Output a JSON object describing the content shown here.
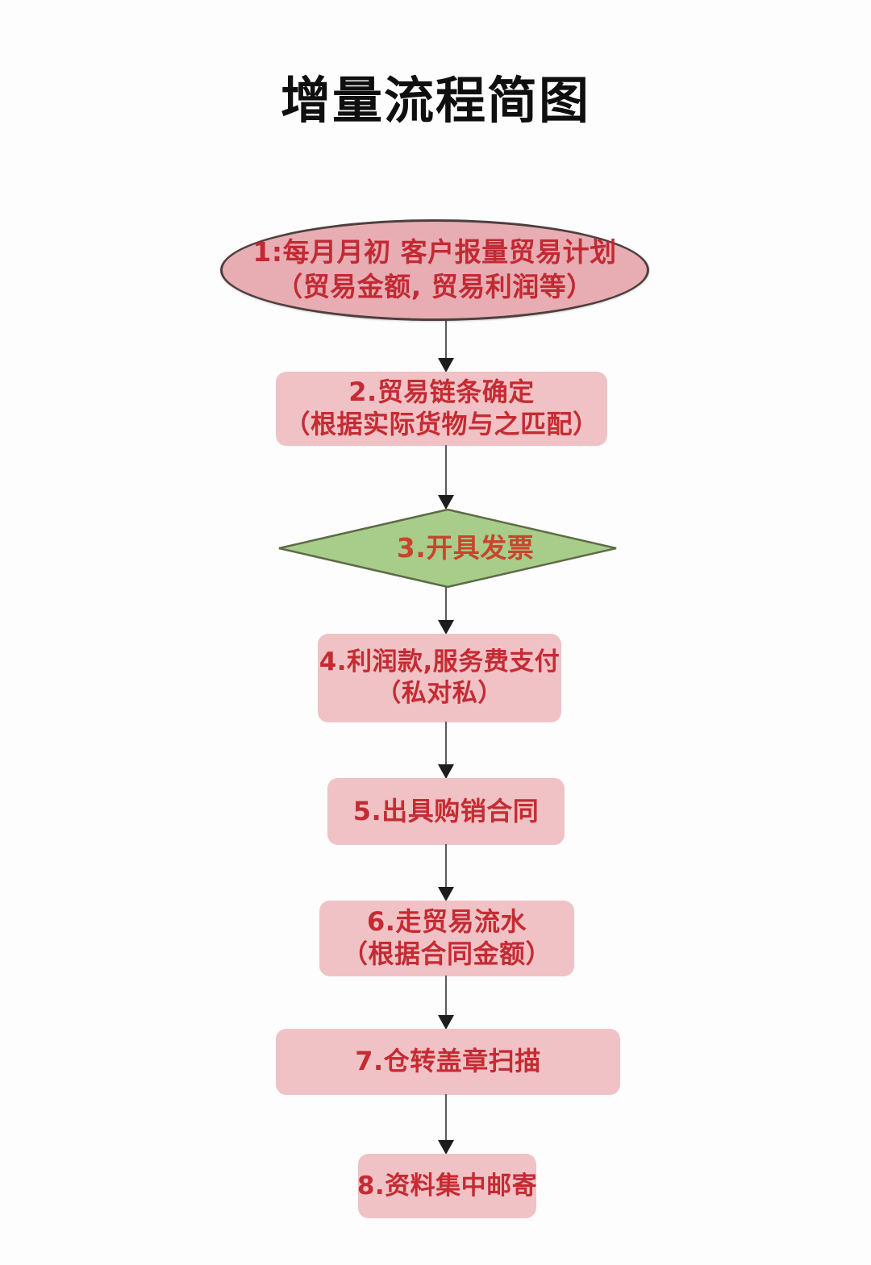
{
  "title": "增量流程简图",
  "colors": {
    "background": "#fdfdfd",
    "ellipse_fill": "#e7adb3",
    "ellipse_stroke": "#4e3f3f",
    "rect_fill": "#f0c2c5",
    "diamond_fill": "#a8cd8a",
    "diamond_stroke": "#5d6b46",
    "node_text_red": "#c52b33",
    "diamond_text": "#c8452d",
    "title_text": "#100f0f",
    "connector_line": "#5c5c5c",
    "arrow_head": "#1d1d1d"
  },
  "nodes": [
    {
      "id": "node-1",
      "shape": "ellipse",
      "step": "1",
      "lines": [
        "1:每月月初 客户报量贸易计划",
        "（贸易金额, 贸易利润等）"
      ]
    },
    {
      "id": "node-2",
      "shape": "rounded-rect",
      "step": "2",
      "lines": [
        "2.贸易链条确定",
        "（根据实际货物与之匹配）"
      ]
    },
    {
      "id": "node-3",
      "shape": "diamond",
      "step": "3",
      "lines": [
        "3.开具发票"
      ]
    },
    {
      "id": "node-4",
      "shape": "rounded-rect",
      "step": "4",
      "lines": [
        "4.利润款,服务费支付",
        "（私对私）"
      ]
    },
    {
      "id": "node-5",
      "shape": "rounded-rect",
      "step": "5",
      "lines": [
        "5.出具购销合同"
      ]
    },
    {
      "id": "node-6",
      "shape": "rounded-rect",
      "step": "6",
      "lines": [
        "6.走贸易流水",
        "（根据合同金额）"
      ]
    },
    {
      "id": "node-7",
      "shape": "rounded-rect",
      "step": "7",
      "lines": [
        "7.仓转盖章扫描"
      ]
    },
    {
      "id": "node-8",
      "shape": "rounded-rect",
      "step": "8",
      "lines": [
        "8.资料集中邮寄"
      ]
    }
  ],
  "connectors": [
    {
      "id": "arrow-1-2",
      "from": "node-1",
      "to": "node-2"
    },
    {
      "id": "arrow-2-3",
      "from": "node-2",
      "to": "node-3"
    },
    {
      "id": "arrow-3-4",
      "from": "node-3",
      "to": "node-4"
    },
    {
      "id": "arrow-4-5",
      "from": "node-4",
      "to": "node-5"
    },
    {
      "id": "arrow-5-6",
      "from": "node-5",
      "to": "node-6"
    },
    {
      "id": "arrow-6-7",
      "from": "node-6",
      "to": "node-7"
    },
    {
      "id": "arrow-7-8",
      "from": "node-7",
      "to": "node-8"
    }
  ]
}
